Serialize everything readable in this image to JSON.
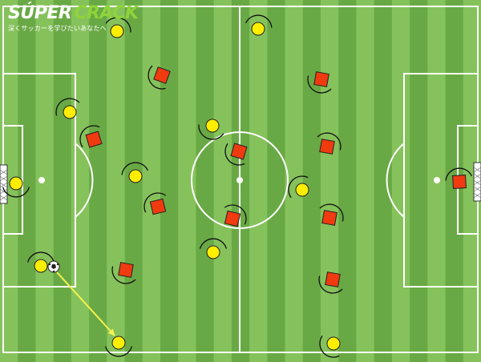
{
  "brand": {
    "title_part1": "SÚPER",
    "title_part2": "CRACK",
    "tagline": "深くサッカーを学びたいあなたへ"
  },
  "colors": {
    "grass_light": "#86c25c",
    "grass_dark": "#69a945",
    "lines": "#ffffff",
    "team_yellow": "#ffee00",
    "team_red": "#f03a10",
    "pass_arrow": "#f6f24c"
  },
  "diagram": {
    "ball_holder": "yellow-player-11",
    "pass": {
      "from": "yellow-player-11",
      "to": "yellow-player-12"
    }
  }
}
